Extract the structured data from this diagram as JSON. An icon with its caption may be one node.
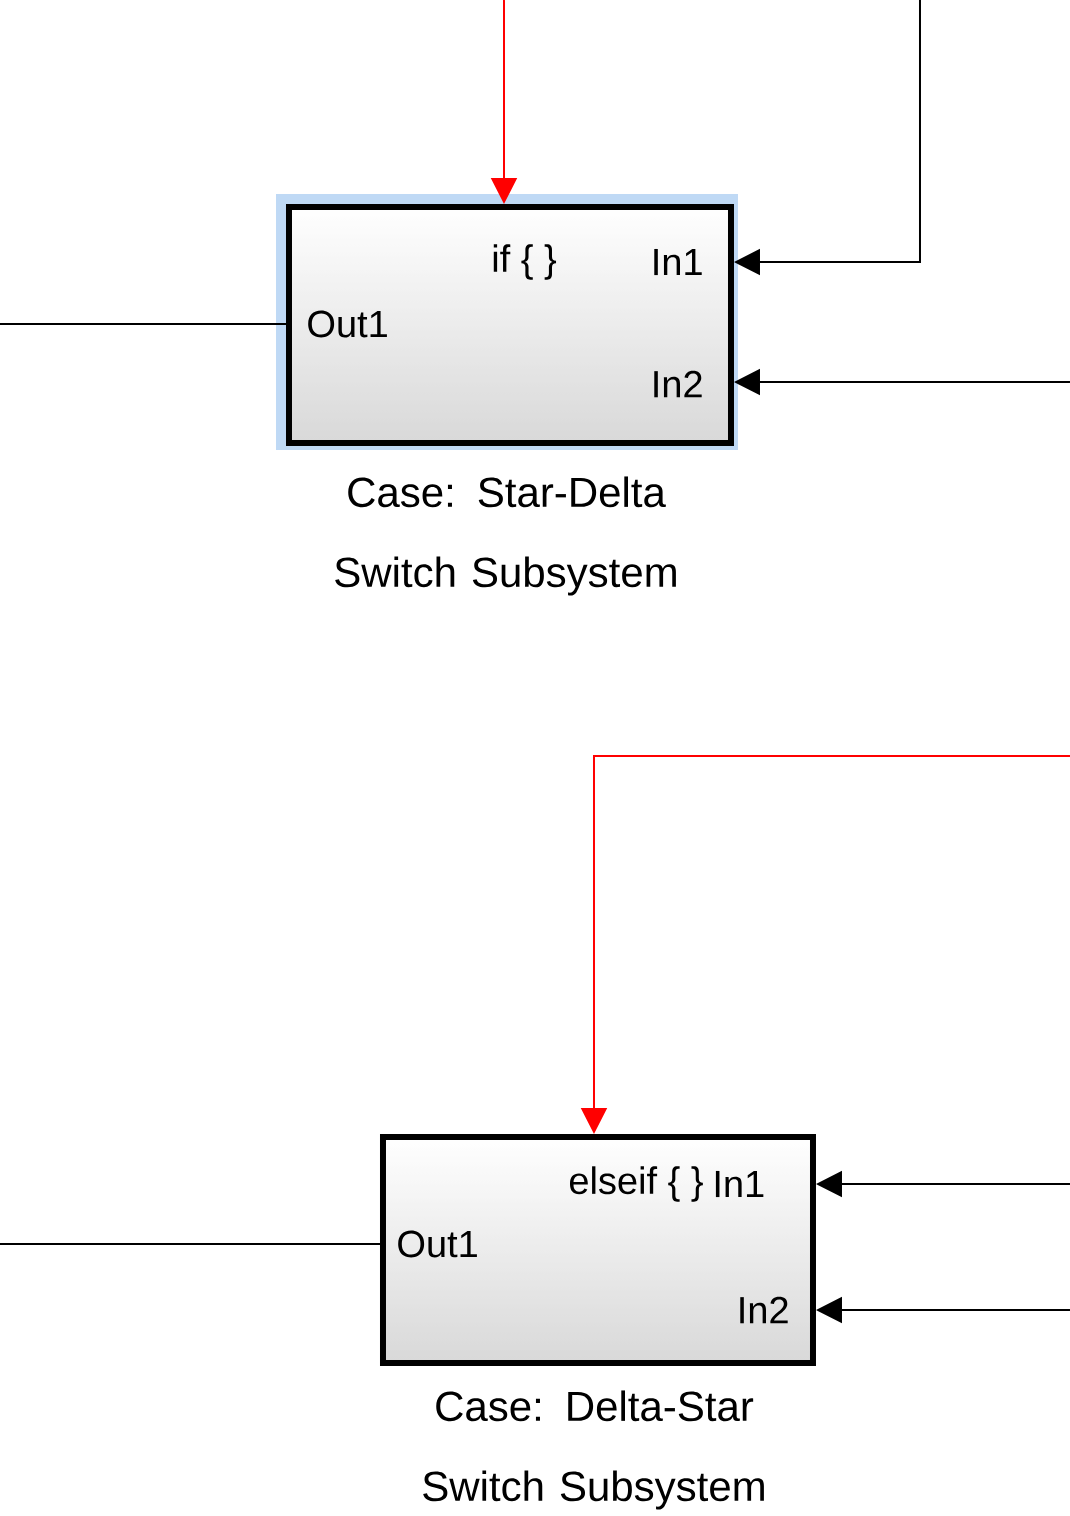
{
  "diagram": {
    "nodes": [
      {
        "text": [
          "if { }",
          "In1",
          "Out1",
          "In2"
        ],
        "beside": [
          "Case: Star-Delta Switch Subsystem"
        ]
      },
      {
        "text": [
          "elseif { }",
          "In1",
          "Out1",
          "In2"
        ],
        "beside": [
          "Case: Delta-Star Switch Subsystem"
        ]
      }
    ],
    "edges": [
      {
        "from": null,
        "to": 0,
        "arrow": "to",
        "color": "#ff0000"
      },
      {
        "from": null,
        "to": 0,
        "arrow": "to"
      },
      {
        "from": null,
        "to": 0,
        "arrow": "to"
      },
      {
        "from": 0,
        "to": null,
        "arrow": "none"
      },
      {
        "from": null,
        "to": 1,
        "arrow": "to",
        "color": "#ff0000"
      },
      {
        "from": null,
        "to": 1,
        "arrow": "to"
      },
      {
        "from": null,
        "to": 1,
        "arrow": "to"
      },
      {
        "from": 1,
        "to": null,
        "arrow": "none"
      }
    ]
  }
}
